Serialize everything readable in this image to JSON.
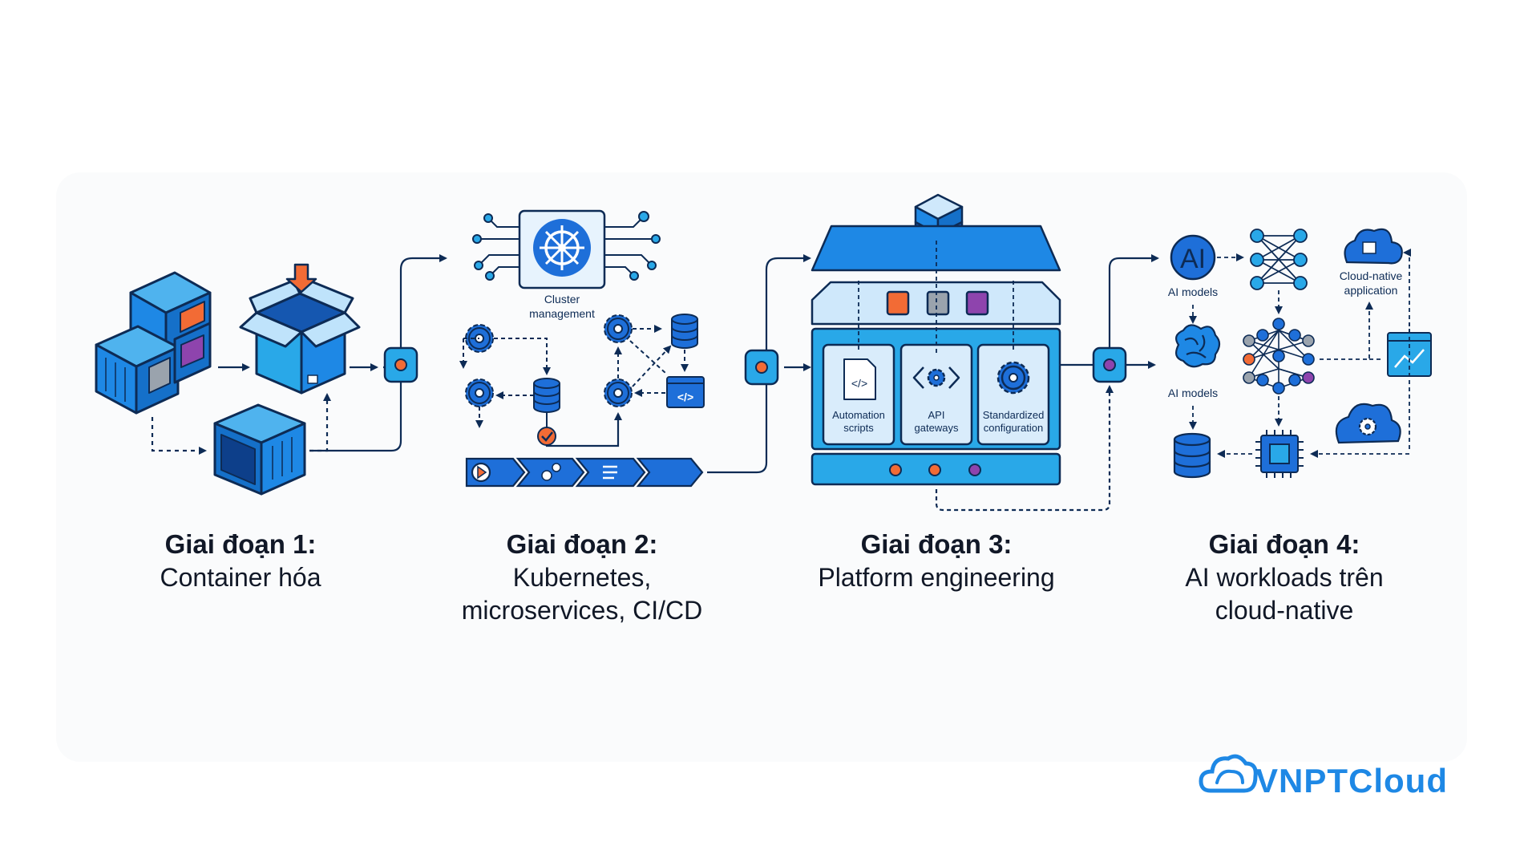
{
  "stages": [
    {
      "title": "Giai đoạn 1:",
      "subtitle_lines": [
        "Container hóa"
      ]
    },
    {
      "title": "Giai đoạn 2:",
      "subtitle_lines": [
        "Kubernetes,",
        "microservices, CI/CD"
      ]
    },
    {
      "title": "Giai đoạn 3:",
      "subtitle_lines": [
        "Platform engineering"
      ]
    },
    {
      "title": "Giai đoạn 4:",
      "subtitle_lines": [
        "AI workloads trên",
        "cloud-native"
      ]
    }
  ],
  "labels": {
    "cluster_line1": "Cluster",
    "cluster_line2": "management",
    "automation_line1": "Automation",
    "automation_line2": "scripts",
    "api_line1": "API",
    "api_line2": "gateways",
    "config_line1": "Standardized",
    "config_line2": "configuration",
    "ai_badge": "AI",
    "ai_models_top": "AI models",
    "ai_models_mid": "AI models",
    "cloud_app_line1": "Cloud-native",
    "cloud_app_line2": "application",
    "code_glyph": "</>"
  },
  "brand": {
    "name": "VNPTCloud"
  },
  "colors": {
    "primary": "#1e88e5",
    "light_blue": "#29a8e8",
    "outline": "#0d2b55",
    "orange": "#f26b35",
    "purple": "#8e44ad",
    "gray": "#9aa3ad"
  }
}
